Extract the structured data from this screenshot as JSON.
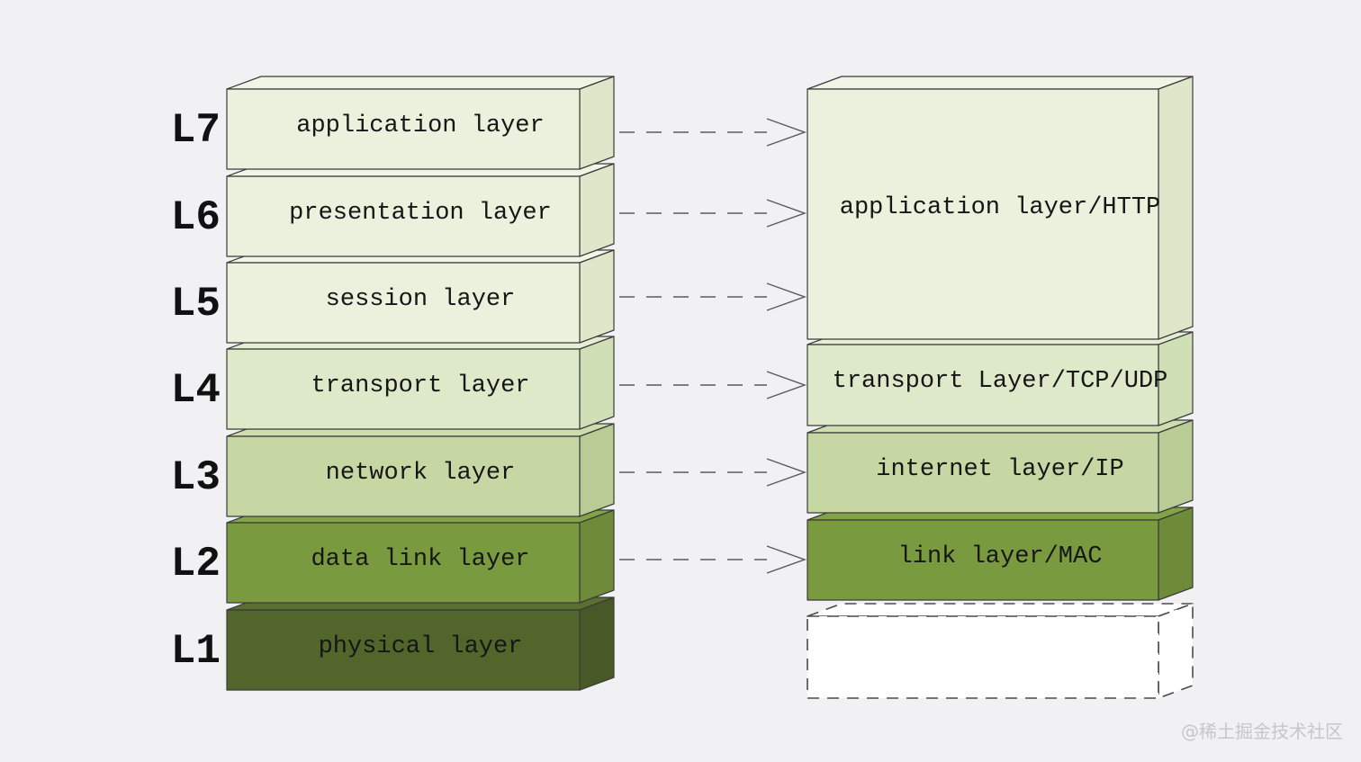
{
  "canvas": {
    "background": "#f1f0f3",
    "watermark": "@稀土掘金技术社区"
  },
  "osi_stack": {
    "layers": [
      {
        "id": "L7",
        "label": "application layer",
        "color": "#ebf1dd"
      },
      {
        "id": "L6",
        "label": "presentation layer",
        "color": "#ebf1dd"
      },
      {
        "id": "L5",
        "label": "session layer",
        "color": "#ebf1dd"
      },
      {
        "id": "L4",
        "label": "transport layer",
        "color": "#dde9c9"
      },
      {
        "id": "L3",
        "label": "network layer",
        "color": "#c6d7a3"
      },
      {
        "id": "L2",
        "label": "data link layer",
        "color": "#7a9a40"
      },
      {
        "id": "L1",
        "label": "physical layer",
        "color": "#52662b"
      }
    ]
  },
  "tcpip_stack": {
    "boxes": [
      {
        "label": "application layer/HTTP",
        "color": "#ebf1dd"
      },
      {
        "label": "transport Layer/TCP/UDP",
        "color": "#dde9c9"
      },
      {
        "label": "internet layer/IP",
        "color": "#c6d7a3"
      },
      {
        "label": "link layer/MAC",
        "color": "#7a9a40"
      },
      {
        "label": "",
        "color": "#ffffff"
      }
    ]
  }
}
